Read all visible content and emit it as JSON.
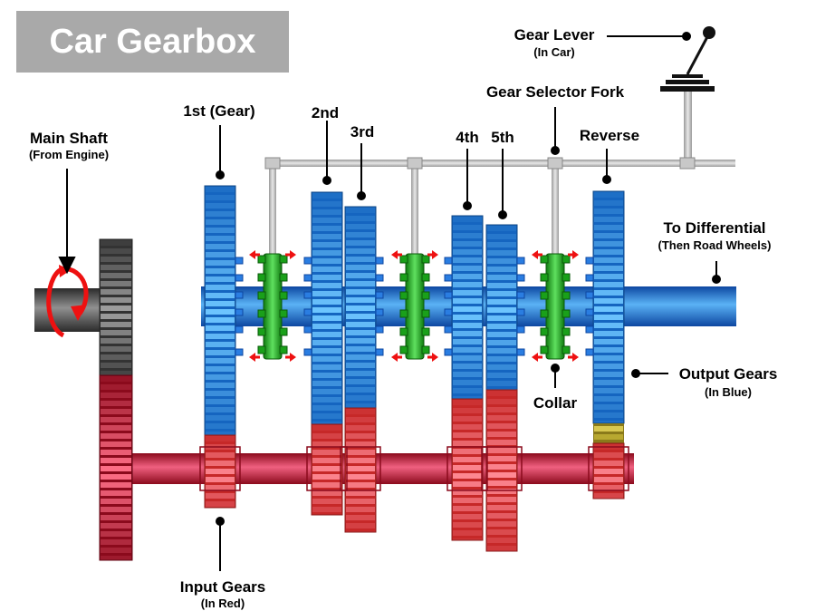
{
  "title": "Car Gearbox",
  "labels": {
    "main_shaft": "Main Shaft",
    "main_shaft_sub": "(From Engine)",
    "first": "1st (Gear)",
    "second": "2nd",
    "third": "3rd",
    "fourth": "4th",
    "fifth": "5th",
    "reverse": "Reverse",
    "gear_lever": "Gear Lever",
    "gear_lever_sub": "(In Car)",
    "selector_fork": "Gear Selector Fork",
    "to_differential": "To Differential",
    "to_differential_sub": "(Then Road Wheels)",
    "output_gears": "Output Gears",
    "output_gears_sub": "(In Blue)",
    "collar": "Collar",
    "input_gears": "Input Gears",
    "input_gears_sub": "(In Red)"
  },
  "colors": {
    "output_gear": "#1565c0",
    "output_gear_light": "#6ec6ff",
    "input_gear": "#c62828",
    "input_gear_light": "#ff8a95",
    "engine_gear": "#444444",
    "collar": "#1aa01a",
    "arrow": "#ee1111",
    "rod": "#bfbfbf",
    "title_bg": "#a9a9a9"
  }
}
